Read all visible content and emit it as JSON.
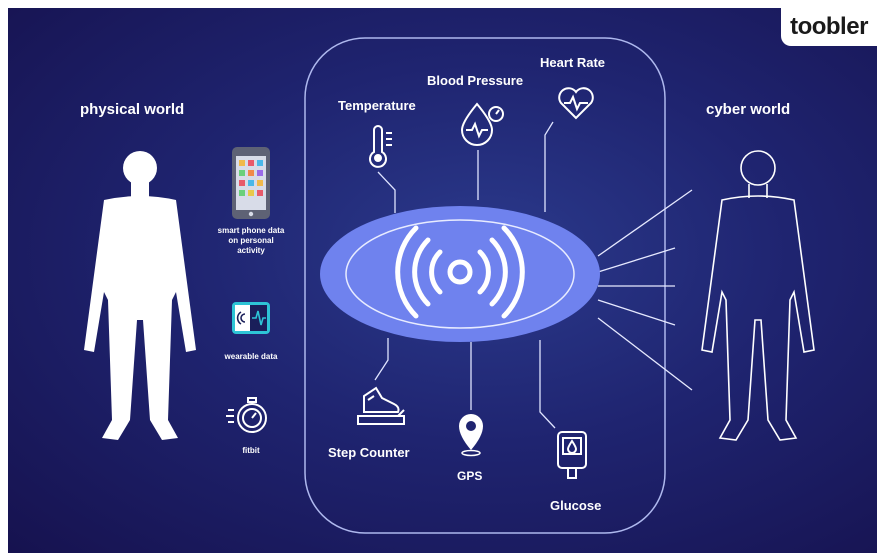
{
  "logo": {
    "text": "toobler"
  },
  "left": {
    "title": "physical world"
  },
  "right": {
    "title": "cyber world"
  },
  "devices": [
    {
      "label": "smart phone data on personal activity",
      "icon": "smartphone-icon"
    },
    {
      "label": "wearable data",
      "icon": "wearable-icon"
    },
    {
      "label": "fitbit",
      "icon": "stopwatch-icon"
    }
  ],
  "sensors": {
    "temperature": "Temperature",
    "blood_pressure": "Blood Pressure",
    "heart_rate": "Heart Rate",
    "step_counter": "Step Counter",
    "gps": "GPS",
    "glucose": "Glucose"
  },
  "colors": {
    "hub": "#6f82ee",
    "background": "#1f2470",
    "accent": "#2ec4d6"
  }
}
